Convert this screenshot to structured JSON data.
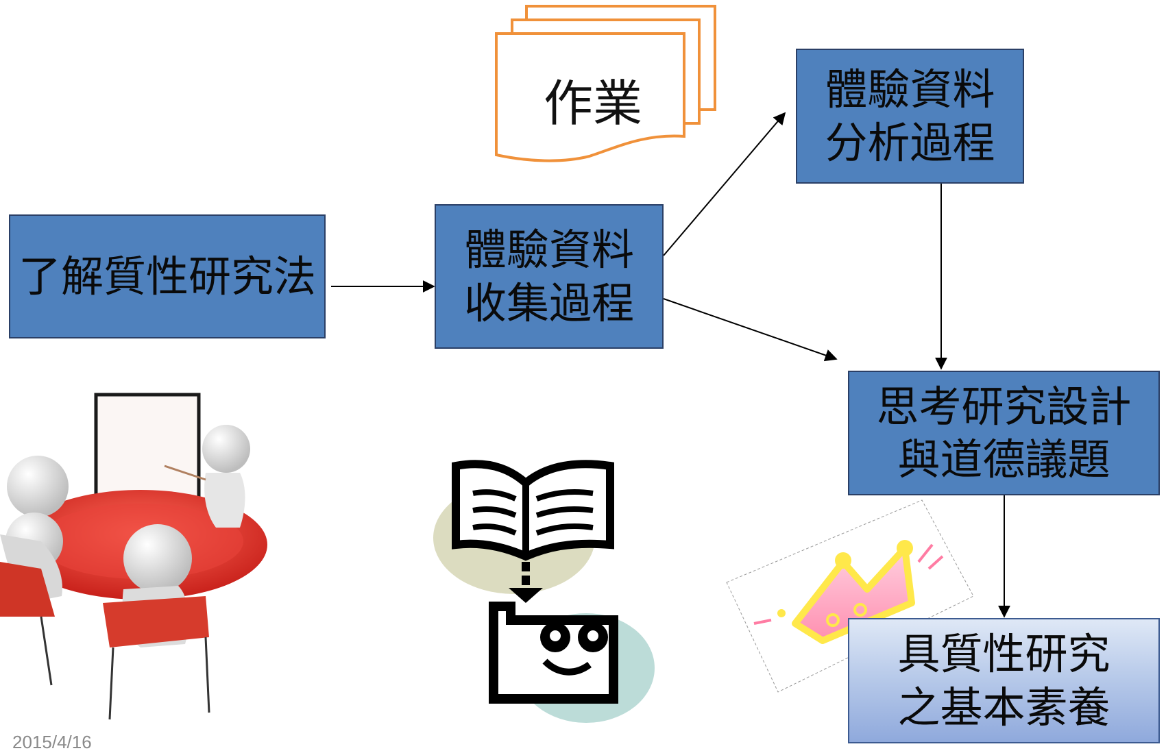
{
  "flow": {
    "understand": "了解質性研究法",
    "collect": "體驗資料\n收集過程",
    "analyze": "體驗資料\n分析過程",
    "design": "思考研究設計\n與道德議題",
    "literacy": "具質性研究\n之基本素養"
  },
  "homework": {
    "label": "作業",
    "color": "#f0913a"
  },
  "footer": {
    "date": "2015/4/16"
  },
  "colors": {
    "box_fill": "#4f81bd",
    "box_border": "#2a3f66",
    "arrow": "#000000"
  },
  "illustrations": {
    "meeting": "meeting-table-clipart",
    "reader": "book-reader-icon",
    "crown": "crown-icon"
  }
}
